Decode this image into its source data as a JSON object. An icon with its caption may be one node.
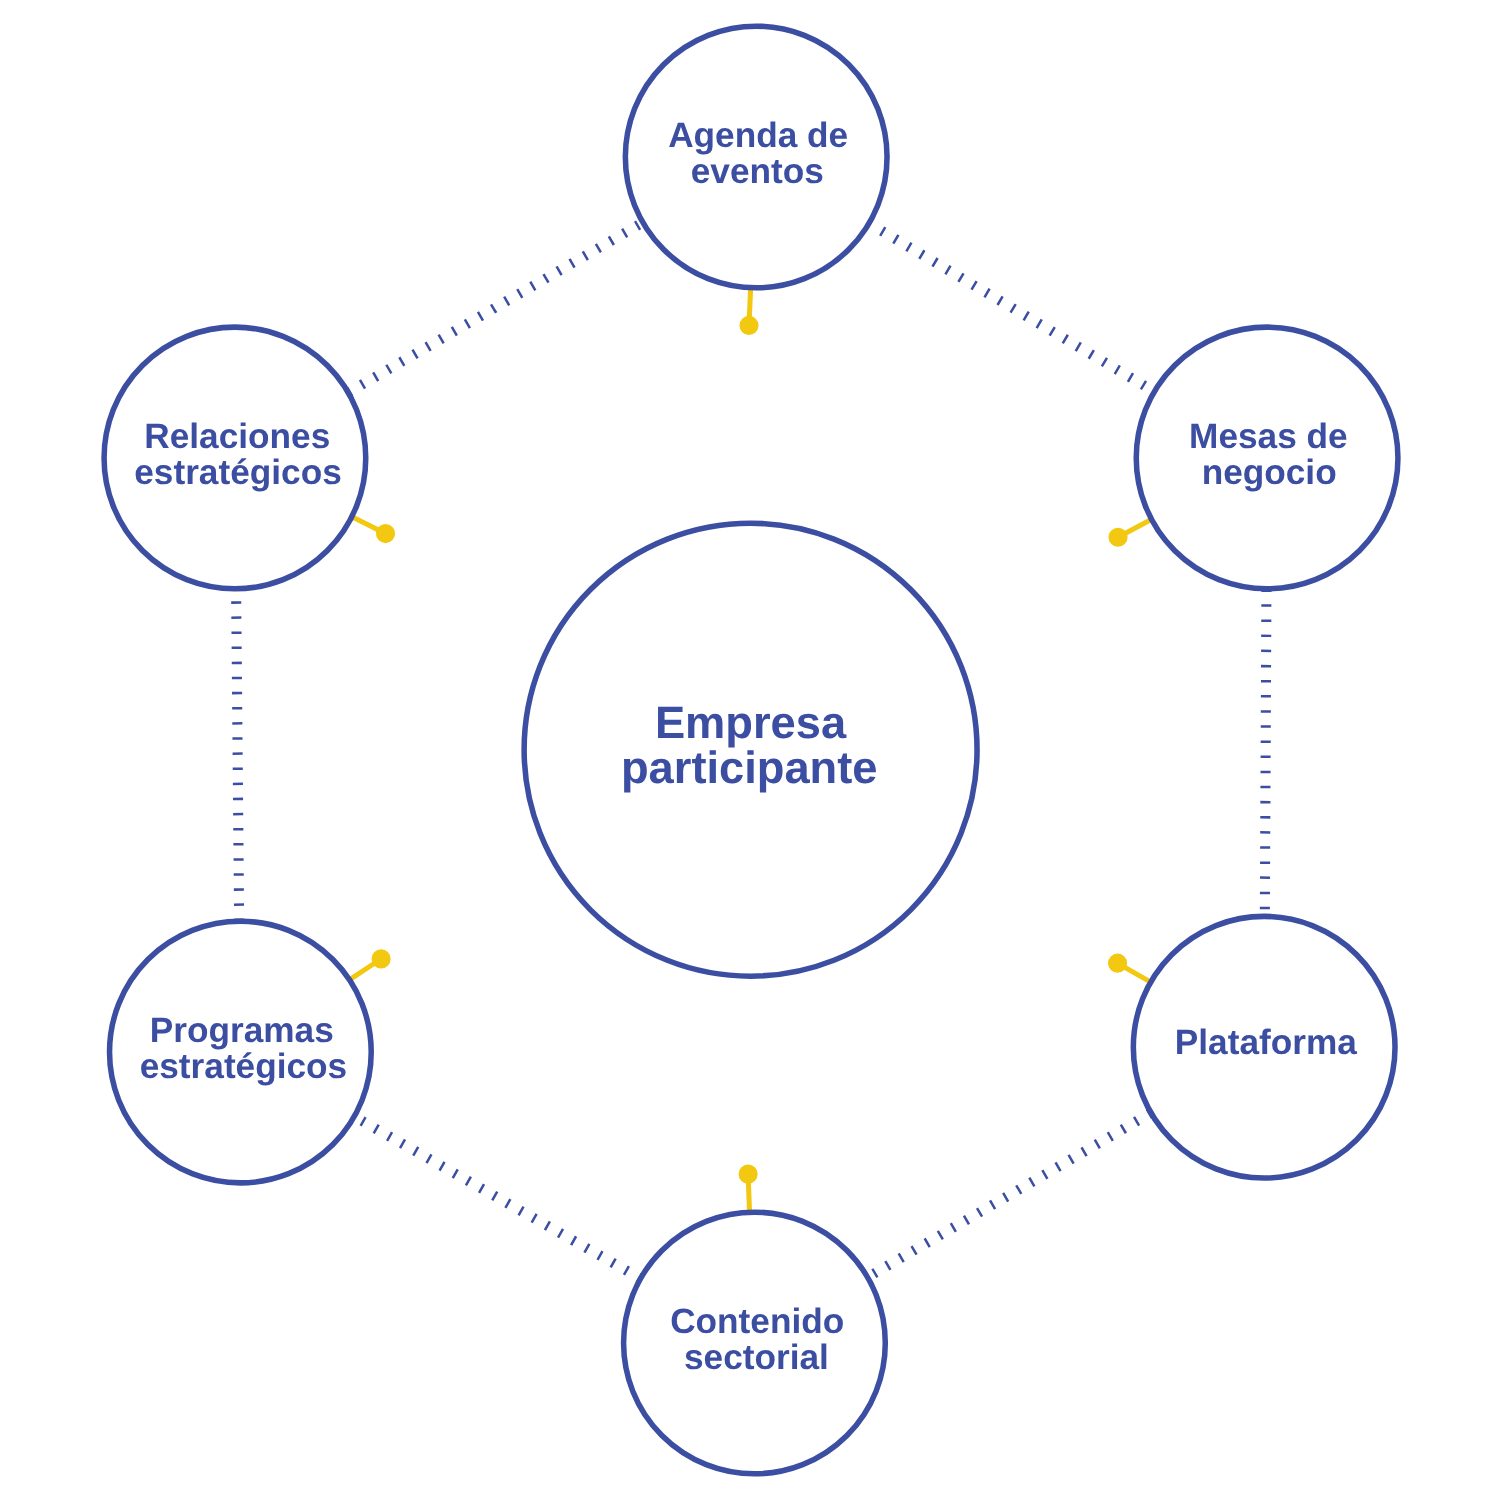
{
  "diagram": {
    "nodes": [
      {
        "text": [
          "Agenda de eventos"
        ]
      },
      {
        "text": [
          "Relaciones estratégicos"
        ]
      },
      {
        "text": [
          "Mesas de negocio"
        ]
      },
      {
        "text": [
          "Empresa participante"
        ]
      },
      {
        "text": [
          "Programas estratégicos"
        ]
      },
      {
        "text": [
          "Plataforma"
        ]
      },
      {
        "text": [
          "Contenido sectorial"
        ]
      }
    ],
    "edges": [
      {
        "from": 0,
        "to": 2,
        "arrow": "none",
        "style": "dashed"
      },
      {
        "from": 2,
        "to": 5,
        "arrow": "none",
        "style": "dashed"
      },
      {
        "from": 5,
        "to": 6,
        "arrow": "none",
        "style": "dashed"
      },
      {
        "from": 6,
        "to": 4,
        "arrow": "none",
        "style": "dashed"
      },
      {
        "from": 4,
        "to": 1,
        "arrow": "none",
        "style": "dashed"
      },
      {
        "from": 1,
        "to": 0,
        "arrow": "none",
        "style": "dashed"
      },
      {
        "from": 0,
        "to": null,
        "arrow": "other",
        "color": "#f2c811"
      },
      {
        "from": 1,
        "to": null,
        "arrow": "other",
        "color": "#f2c811"
      },
      {
        "from": 2,
        "to": null,
        "arrow": "other",
        "color": "#f2c811"
      },
      {
        "from": 4,
        "to": null,
        "arrow": "other",
        "color": "#f2c811"
      },
      {
        "from": 5,
        "to": null,
        "arrow": "other",
        "color": "#f2c811"
      },
      {
        "from": 6,
        "to": null,
        "arrow": "other",
        "color": "#f2c811"
      }
    ]
  }
}
